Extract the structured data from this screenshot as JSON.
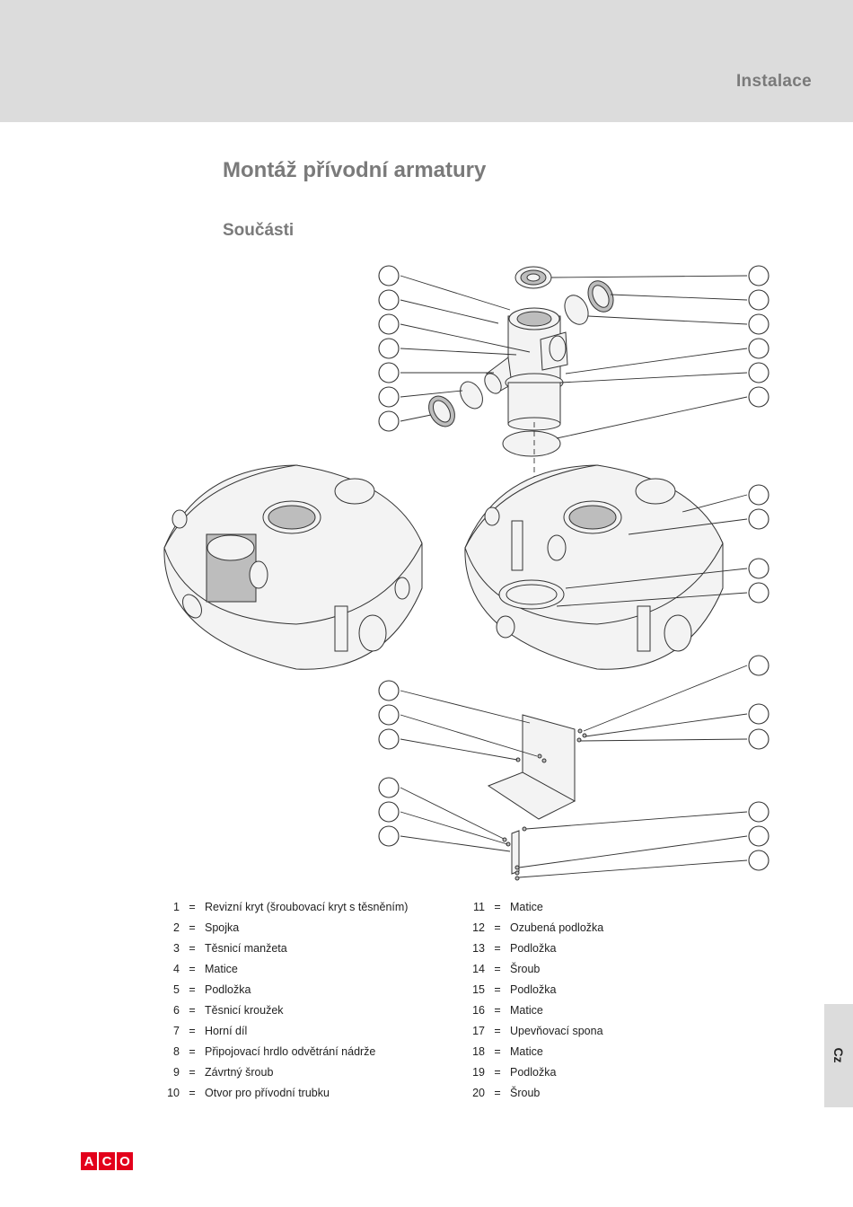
{
  "header": {
    "section": "Instalace"
  },
  "page": {
    "title": "Montáž přívodní armatury",
    "subtitle": "Součásti"
  },
  "parts_left": [
    {
      "num": "1",
      "eq": "=",
      "desc": "Revizní kryt (šroubovací kryt s těsněním)"
    },
    {
      "num": "2",
      "eq": "=",
      "desc": "Spojka"
    },
    {
      "num": "3",
      "eq": "=",
      "desc": "Těsnicí manžeta"
    },
    {
      "num": "4",
      "eq": "=",
      "desc": "Matice"
    },
    {
      "num": "5",
      "eq": "=",
      "desc": "Podložka"
    },
    {
      "num": "6",
      "eq": "=",
      "desc": "Těsnicí kroužek"
    },
    {
      "num": "7",
      "eq": "=",
      "desc": "Horní díl"
    },
    {
      "num": "8",
      "eq": "=",
      "desc": "Připojovací hrdlo odvětrání nádrže"
    },
    {
      "num": "9",
      "eq": "=",
      "desc": "Závrtný šroub"
    },
    {
      "num": "10",
      "eq": "=",
      "desc": "Otvor pro přívodní trubku"
    }
  ],
  "parts_right": [
    {
      "num": "11",
      "eq": "=",
      "desc": "Matice"
    },
    {
      "num": "12",
      "eq": "=",
      "desc": "Ozubená podložka"
    },
    {
      "num": "13",
      "eq": "=",
      "desc": "Podložka"
    },
    {
      "num": "14",
      "eq": "=",
      "desc": "Šroub"
    },
    {
      "num": "15",
      "eq": "=",
      "desc": "Podložka"
    },
    {
      "num": "16",
      "eq": "=",
      "desc": "Matice"
    },
    {
      "num": "17",
      "eq": "=",
      "desc": "Upevňovací spona"
    },
    {
      "num": "18",
      "eq": "=",
      "desc": "Matice"
    },
    {
      "num": "19",
      "eq": "=",
      "desc": "Podložka"
    },
    {
      "num": "20",
      "eq": "=",
      "desc": "Šroub"
    }
  ],
  "side_tab": {
    "label": "Cz"
  },
  "logo": {
    "letters": [
      "A",
      "C",
      "O"
    ],
    "color": "#e3001b"
  }
}
